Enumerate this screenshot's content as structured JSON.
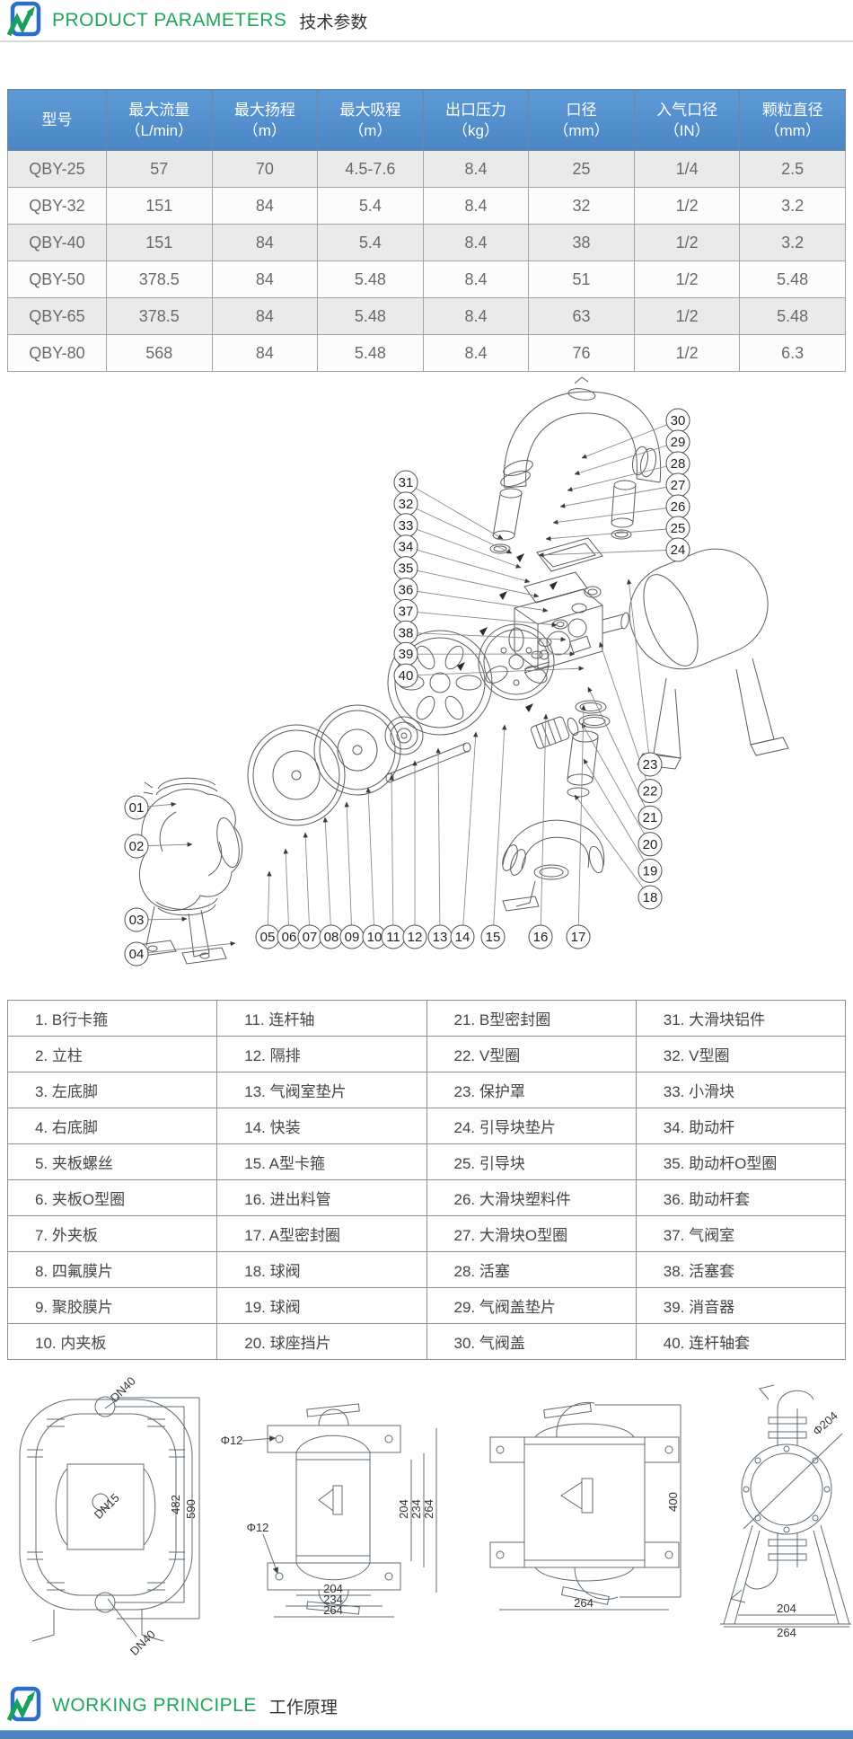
{
  "header": {
    "title_en": "PRODUCT PARAMETERS",
    "title_zh": "技术参数"
  },
  "footer": {
    "title_en": "WORKING PRINCIPLE",
    "title_zh": "工作原理"
  },
  "colors": {
    "accent_green": "#1fa65a",
    "logo_blue": "#2e6fc3",
    "table_header_blue": "#4e8cc9",
    "bottom_bar_blue": "#4e82c0"
  },
  "spec_table": {
    "columns": [
      {
        "line1": "型号",
        "line2": ""
      },
      {
        "line1": "最大流量",
        "line2": "（L/min）"
      },
      {
        "line1": "最大扬程",
        "line2": "（m）"
      },
      {
        "line1": "最大吸程",
        "line2": "（m）"
      },
      {
        "line1": "出口压力",
        "line2": "（kg）"
      },
      {
        "line1": "口径",
        "line2": "（mm）"
      },
      {
        "line1": "入气口径",
        "line2": "（IN）"
      },
      {
        "line1": "颗粒直径",
        "line2": "（mm）"
      }
    ],
    "rows": [
      [
        "QBY-25",
        "57",
        "70",
        "4.5-7.6",
        "8.4",
        "25",
        "1/4",
        "2.5"
      ],
      [
        "QBY-32",
        "151",
        "84",
        "5.4",
        "8.4",
        "32",
        "1/2",
        "3.2"
      ],
      [
        "QBY-40",
        "151",
        "84",
        "5.4",
        "8.4",
        "38",
        "1/2",
        "3.2"
      ],
      [
        "QBY-50",
        "378.5",
        "84",
        "5.48",
        "8.4",
        "51",
        "1/2",
        "5.48"
      ],
      [
        "QBY-65",
        "378.5",
        "84",
        "5.48",
        "8.4",
        "63",
        "1/2",
        "5.48"
      ],
      [
        "QBY-80",
        "568",
        "84",
        "5.48",
        "8.4",
        "76",
        "1/2",
        "6.3"
      ]
    ]
  },
  "diagram": {
    "callouts": {
      "left": [
        "31",
        "32",
        "33",
        "34",
        "35",
        "36",
        "37",
        "38",
        "39",
        "40"
      ],
      "right_upper": [
        "30",
        "29",
        "28",
        "27",
        "26",
        "25",
        "24"
      ],
      "right_lower": [
        "23",
        "22",
        "21",
        "20",
        "19",
        "18"
      ],
      "left_lower": [
        "01",
        "02",
        "03",
        "04"
      ],
      "bottom": [
        "05",
        "06",
        "07",
        "08",
        "09",
        "10",
        "11",
        "12",
        "13",
        "14",
        "15",
        "16",
        "17"
      ]
    }
  },
  "parts_list": {
    "items": [
      "1. B行卡箍",
      "2. 立柱",
      "3. 左底脚",
      "4. 右底脚",
      "5. 夹板螺丝",
      "6. 夹板O型圈",
      "7. 外夹板",
      "8. 四氟膜片",
      "9. 聚胶膜片",
      "10. 内夹板",
      "11. 连杆轴",
      "12. 隔排",
      "13. 气阀室垫片",
      "14. 快装",
      "15. A型卡箍",
      "16. 进出料管",
      "17. A型密封圈",
      "18. 球阀",
      "19. 球阀",
      "20. 球座挡片",
      "21. B型密封圈",
      "22. V型圈",
      "23. 保护罩",
      "24. 引导块垫片",
      "25. 引导块",
      "26. 大滑块塑料件",
      "27. 大滑块O型圈",
      "28. 活塞",
      "29. 气阀盖垫片",
      "30. 气阀盖",
      "31. 大滑块铝件",
      "32. V型圈",
      "33. 小滑块",
      "34. 助动杆",
      "35. 助动杆O型圈",
      "36. 助动杆套",
      "37. 气阀室",
      "38. 活塞套",
      "39. 消音器",
      "40. 连杆轴套"
    ]
  },
  "drawings": {
    "view1": {
      "dn_top": "DN40",
      "dn_mid": "DN15",
      "dn_bottom": "DN40",
      "dim_inner": "482",
      "dim_outer": "590"
    },
    "view2": {
      "phi_top": "Φ12",
      "phi_bottom": "Φ12",
      "bottom_dims": [
        "204",
        "234",
        "264"
      ],
      "right_dims": [
        "204",
        "234",
        "264"
      ]
    },
    "view3": {
      "dim_height": "400",
      "dim_width": "264"
    },
    "view4": {
      "phi": "Φ204",
      "dim_a": "204",
      "dim_b": "264"
    }
  }
}
